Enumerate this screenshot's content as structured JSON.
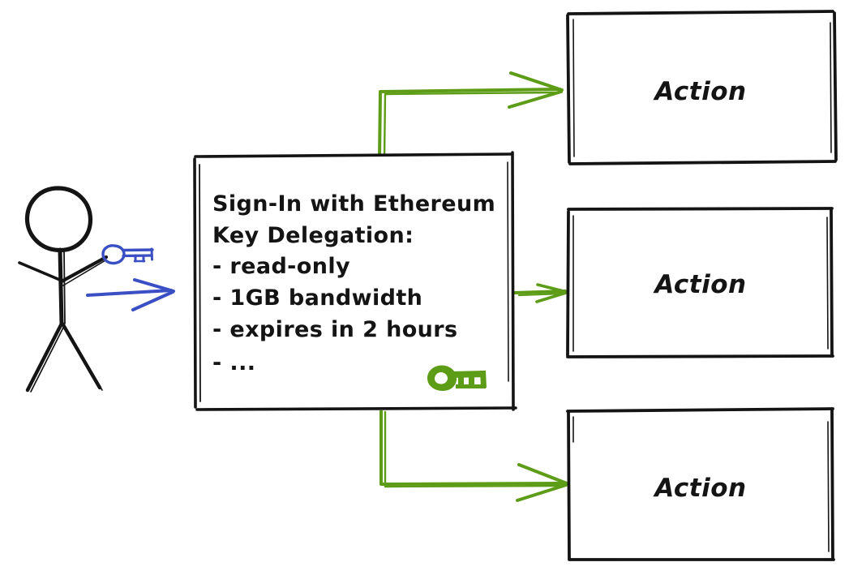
{
  "diagram": {
    "title": "Sign-In with Ethereum key delegation diagram",
    "background_color": "#ffffff",
    "colors": {
      "ink": "#141414",
      "green": "#5d9c16",
      "blue": "#3a4fc4"
    }
  },
  "actor": {
    "name": "stick-figure-user",
    "holds": "key-icon-blue",
    "key_color": "#3a4fc4",
    "arrow_color": "#3a4fc4"
  },
  "card": {
    "name": "delegation-card",
    "heading_line_1": "Sign-In with Ethereum",
    "heading_line_2": "Key Delegation:",
    "items": [
      "- read-only",
      "- 1GB bandwidth",
      "- expires in 2 hours",
      "- ..."
    ],
    "key_icon": "key-icon-green",
    "key_color": "#5d9c16"
  },
  "actions": [
    {
      "label": "Action"
    },
    {
      "label": "Action"
    },
    {
      "label": "Action"
    }
  ],
  "connectors": [
    {
      "name": "connector-to-action-1",
      "color": "#5d9c16",
      "shape": "up-then-right"
    },
    {
      "name": "connector-to-action-2",
      "color": "#5d9c16",
      "shape": "right"
    },
    {
      "name": "connector-to-action-3",
      "color": "#5d9c16",
      "shape": "down-then-right"
    }
  ]
}
